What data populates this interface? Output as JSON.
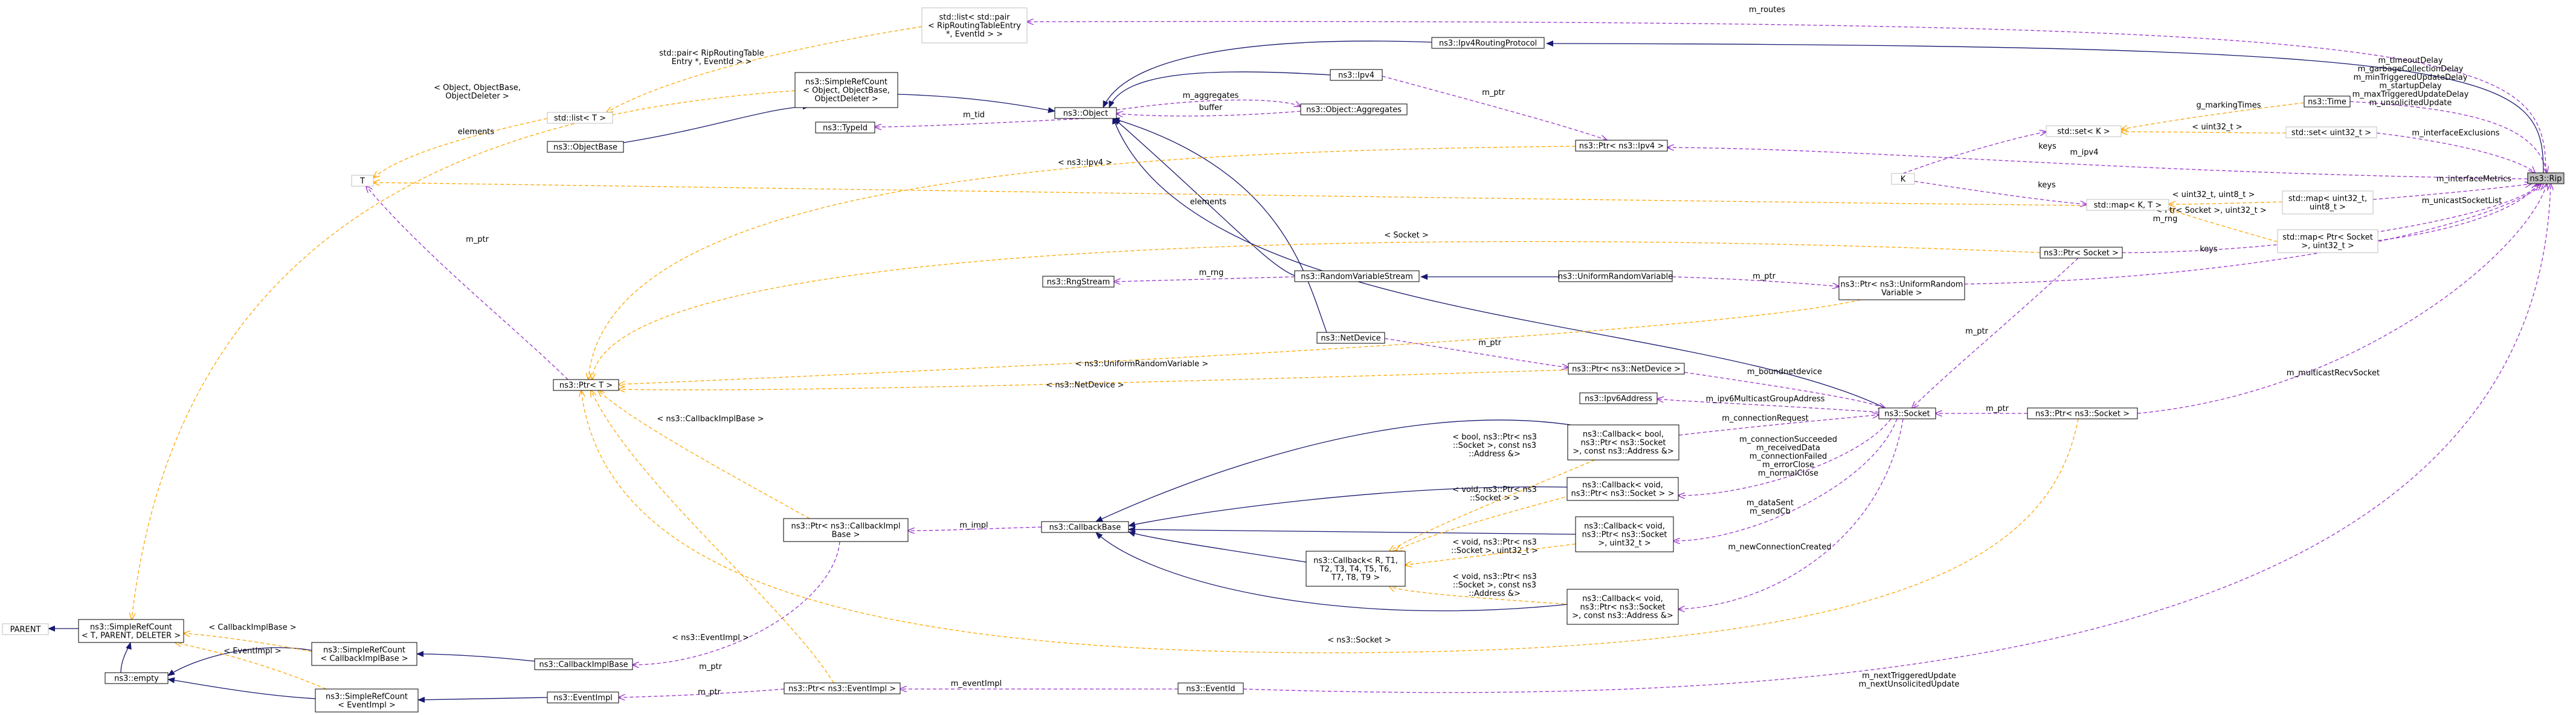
{
  "nodes": {
    "rip": {
      "lines": [
        "ns3::Rip"
      ],
      "style": "grey"
    },
    "ipv4rp": {
      "lines": [
        "ns3::Ipv4RoutingProtocol"
      ],
      "style": "solid"
    },
    "object": {
      "lines": [
        "ns3::Object"
      ],
      "style": "solid"
    },
    "src": {
      "lines": [
        "ns3::SimpleRefCount",
        "< Object, ObjectBase,",
        "ObjectDeleter >"
      ],
      "style": "solid"
    },
    "objectbase": {
      "lines": [
        "ns3::ObjectBase"
      ],
      "style": "solid"
    },
    "typeid": {
      "lines": [
        "ns3::TypeId"
      ],
      "style": "solid"
    },
    "ipv4": {
      "lines": [
        "ns3::Ipv4"
      ],
      "style": "solid"
    },
    "aggregates": {
      "lines": [
        "ns3::Object::Aggregates"
      ],
      "style": "solid"
    },
    "pairroutes": {
      "lines": [
        "std::list< std::pair",
        "< RipRoutingTableEntry",
        "*, EventId > >"
      ],
      "style": "faint"
    },
    "listT": {
      "lines": [
        "std::list< T >"
      ],
      "style": "faint"
    },
    "T": {
      "lines": [
        "T"
      ],
      "style": "faint"
    },
    "ptrT": {
      "lines": [
        "ns3::Ptr< T >"
      ],
      "style": "solid"
    },
    "ptripv4": {
      "lines": [
        "ns3::Ptr< ns3::Ipv4 >"
      ],
      "style": "solid"
    },
    "time": {
      "lines": [
        "ns3::Time"
      ],
      "style": "solid"
    },
    "setK": {
      "lines": [
        "std::set< K >"
      ],
      "style": "faint"
    },
    "setu32": {
      "lines": [
        "std::set< uint32_t >"
      ],
      "style": "faint"
    },
    "K": {
      "lines": [
        "K"
      ],
      "style": "faint"
    },
    "mapKT": {
      "lines": [
        "std::map< K, T >"
      ],
      "style": "faint"
    },
    "mapu32": {
      "lines": [
        "std::map< uint32_t,",
        "uint8_t >"
      ],
      "style": "faint"
    },
    "mapsock": {
      "lines": [
        "std::map< Ptr< Socket",
        ">, uint32_t >"
      ],
      "style": "faint"
    },
    "ptrsocket1": {
      "lines": [
        "ns3::Ptr< Socket >"
      ],
      "style": "solid"
    },
    "rngstream": {
      "lines": [
        "ns3::RngStream"
      ],
      "style": "solid"
    },
    "rvs": {
      "lines": [
        "ns3::RandomVariableStream"
      ],
      "style": "solid"
    },
    "urv": {
      "lines": [
        "ns3::UniformRandomVariable"
      ],
      "style": "solid"
    },
    "ptrurv": {
      "lines": [
        "ns3::Ptr< ns3::UniformRandom",
        "Variable >"
      ],
      "style": "solid"
    },
    "netdevice": {
      "lines": [
        "ns3::NetDevice"
      ],
      "style": "solid"
    },
    "ptrnetdevice": {
      "lines": [
        "ns3::Ptr< ns3::NetDevice >"
      ],
      "style": "solid"
    },
    "ipv6addr": {
      "lines": [
        "ns3::Ipv6Address"
      ],
      "style": "solid"
    },
    "socket": {
      "lines": [
        "ns3::Socket"
      ],
      "style": "solid"
    },
    "ptrsocket2": {
      "lines": [
        "ns3::Ptr< ns3::Socket >"
      ],
      "style": "solid"
    },
    "cbbool": {
      "lines": [
        "ns3::Callback< bool,",
        "ns3::Ptr< ns3::Socket",
        ">, const ns3::Address &>"
      ],
      "style": "solid"
    },
    "cbvoid1": {
      "lines": [
        "ns3::Callback< void,",
        "ns3::Ptr< ns3::Socket > >"
      ],
      "style": "solid"
    },
    "cbvoid2": {
      "lines": [
        "ns3::Callback< void,",
        "ns3::Ptr< ns3::Socket",
        ">, uint32_t >"
      ],
      "style": "solid"
    },
    "cbvoid3": {
      "lines": [
        "ns3::Callback< void,",
        "ns3::Ptr< ns3::Socket",
        ">, const ns3::Address &>"
      ],
      "style": "solid"
    },
    "cbR": {
      "lines": [
        "ns3::Callback< R, T1,",
        "T2, T3, T4, T5, T6,",
        "T7, T8, T9 >"
      ],
      "style": "solid"
    },
    "cbbase": {
      "lines": [
        "ns3::CallbackBase"
      ],
      "style": "solid"
    },
    "ptrcbimpl": {
      "lines": [
        "ns3::Ptr< ns3::CallbackImpl",
        "Base >"
      ],
      "style": "solid"
    },
    "cbimplbase": {
      "lines": [
        "ns3::CallbackImplBase"
      ],
      "style": "solid"
    },
    "srccb": {
      "lines": [
        "ns3::SimpleRefCount",
        "< CallbackImplBase >"
      ],
      "style": "solid"
    },
    "srcev": {
      "lines": [
        "ns3::SimpleRefCount",
        "< EventImpl >"
      ],
      "style": "solid"
    },
    "eventimpl": {
      "lines": [
        "ns3::EventImpl"
      ],
      "style": "solid"
    },
    "ptreventimpl": {
      "lines": [
        "ns3::Ptr< ns3::EventImpl >"
      ],
      "style": "solid"
    },
    "eventid": {
      "lines": [
        "ns3::EventId"
      ],
      "style": "solid"
    },
    "empty": {
      "lines": [
        "ns3::empty"
      ],
      "style": "solid"
    },
    "srcT": {
      "lines": [
        "ns3::SimpleRefCount",
        "< T, PARENT, DELETER >"
      ],
      "style": "solid"
    },
    "parent": {
      "lines": [
        "PARENT"
      ],
      "style": "faint"
    }
  },
  "edge_labels": {
    "routes": [
      "m_routes"
    ],
    "rip_time": [
      "m_timeoutDelay",
      "m_garbageCollectionDelay",
      "m_minTriggeredUpdateDelay",
      "m_startupDelay",
      "m_maxTriggeredUpdateDelay",
      "m_unsolicitedUpdate"
    ],
    "iface_excl": [
      "m_interfaceExclusions"
    ],
    "ipv4": [
      "m_ipv4"
    ],
    "metrics": [
      "m_interfaceMetrics"
    ],
    "unicast": [
      "m_unicastSocketList"
    ],
    "rng": [
      "m_rng"
    ],
    "multicast": [
      "m_multicastRecvSocket"
    ],
    "nextupd": [
      "m_nextTriggeredUpdate",
      "m_nextUnsolicitedUpdate"
    ],
    "tid": [
      "m_tid"
    ],
    "aggregates": [
      "m_aggregates"
    ],
    "buffer": [
      "buffer"
    ],
    "ptr_ipv4": [
      "m_ptr"
    ],
    "rng_stream": [
      "m_rng"
    ],
    "urv_ptr": [
      "m_ptr"
    ],
    "nd_ptr": [
      "m_ptr"
    ],
    "boundnd": [
      "m_boundnetdevice"
    ],
    "ipv6mc": [
      "m_ipv6MulticastGroupAddress"
    ],
    "connreq": [
      "m_connectionRequest"
    ],
    "connsucc": [
      "m_connectionSucceeded",
      "m_receivedData",
      "m_connectionFailed",
      "m_errorClose",
      "m_normalClose"
    ],
    "datasent": [
      "m_dataSent",
      "m_sendCb"
    ],
    "newconn": [
      "m_newConnectionCreated"
    ],
    "sock_ptr1": [
      "m_ptr"
    ],
    "sock_ptr2": [
      "m_ptr"
    ],
    "impl": [
      "m_impl"
    ],
    "cbimpl_ptr": [
      "m_ptr"
    ],
    "ev_ptr": [
      "m_ptr"
    ],
    "eventimpl": [
      "m_eventImpl"
    ],
    "keys_setK": [
      "keys"
    ],
    "keys_mapKT": [
      "keys"
    ],
    "keys_sock": [
      "keys"
    ],
    "elements_list": [
      "elements"
    ],
    "elements_map": [
      "elements"
    ],
    "marking": [
      "g_markingTimes"
    ],
    "ptrT_mptr": [
      "m_ptr"
    ],
    "tpl_pair": [
      "std::pair< RipRoutingTable",
      "Entry *, EventId > >"
    ],
    "tpl_objdel": [
      "< Object, ObjectBase,",
      "ObjectDeleter >"
    ],
    "tpl_ipv4": [
      "< ns3::Ipv4 >"
    ],
    "tpl_socket": [
      "< Socket >"
    ],
    "tpl_urv": [
      "< ns3::UniformRandomVariable >"
    ],
    "tpl_nd": [
      "< ns3::NetDevice >"
    ],
    "tpl_cbimpl": [
      "< ns3::CallbackImplBase >"
    ],
    "tpl_evimpl": [
      "< ns3::EventImpl >"
    ],
    "tpl_nssock": [
      "< ns3::Socket >"
    ],
    "tpl_u32": [
      "< uint32_t >"
    ],
    "tpl_u32u8": [
      "< uint32_t, uint8_t >"
    ],
    "tpl_ptrsock": [
      "< Ptr< Socket >, uint32_t >"
    ],
    "tpl_cbbool": [
      "< bool, ns3::Ptr< ns3",
      "::Socket >, const ns3",
      "::Address &>"
    ],
    "tpl_cbvoid1": [
      "< void, ns3::Ptr< ns3",
      "::Socket > >"
    ],
    "tpl_cbvoid2": [
      "< void, ns3::Ptr< ns3",
      "::Socket >, uint32_t >"
    ],
    "tpl_cbvoid3": [
      "< void, ns3::Ptr< ns3",
      "::Socket >, const ns3",
      "::Address &>"
    ],
    "tpl_srccb": [
      "< CallbackImplBase >"
    ],
    "tpl_srcev": [
      "< EventImpl >"
    ]
  },
  "colors": {
    "inherit": "#191970",
    "usage": "#9a32cd",
    "template": "#ffa500",
    "node_border": "#000000",
    "node_faint_border": "#bfbfbf",
    "node_grey_fill": "#bfbfbf"
  }
}
